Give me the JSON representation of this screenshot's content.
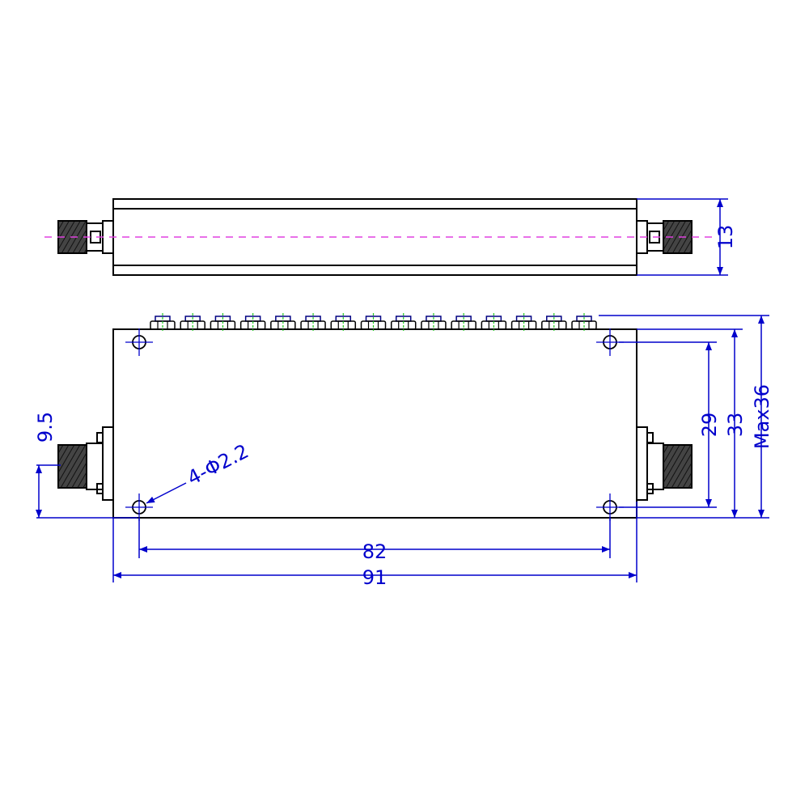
{
  "dimensions": {
    "height_side": "13",
    "connector_offset": "9.5",
    "holes": "4-Φ2.2",
    "hole_spacing_x": "82",
    "length": "91",
    "hole_spacing_y": "29",
    "width": "33",
    "max_width": "Max36"
  },
  "tuning_screw_count": 15,
  "colors": {
    "outline": "#000000",
    "dimension": "#0000cc",
    "centerline": "#e040e0",
    "screw_axis": "#22cc22"
  }
}
